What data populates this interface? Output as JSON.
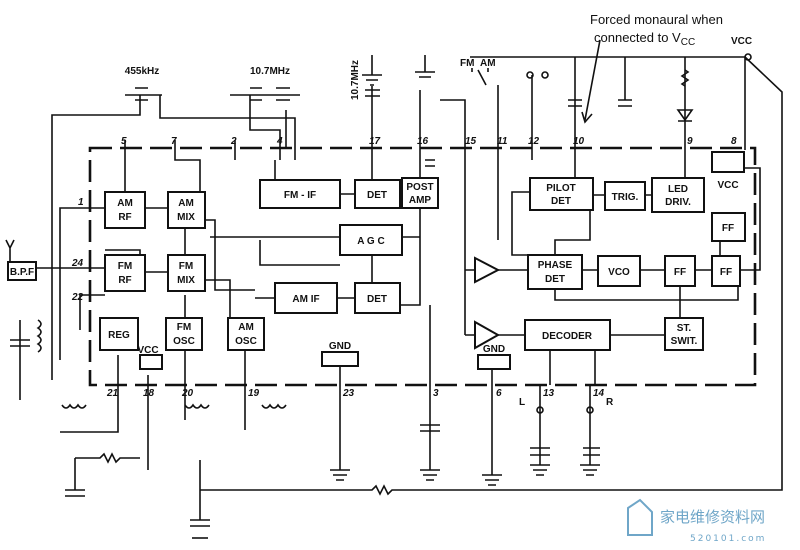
{
  "labels": {
    "freq_455": "455kHz",
    "freq_107": "10.7MHz",
    "freq_107_vert": "10.7MHz",
    "fm": "FM",
    "am": "AM",
    "vcc_top": "VCC",
    "vcc_block": "VCC",
    "vcc_pin18": "VCC",
    "gnd_23": "GND",
    "gnd_6": "GND",
    "bpf": "B.P.F",
    "out_l": "L",
    "out_r": "R"
  },
  "note": {
    "line1": "Forced monaural when",
    "line2_prefix": "connected to V",
    "line2_sub": "CC"
  },
  "blocks": {
    "am_rf": [
      "AM",
      "RF"
    ],
    "am_mix": [
      "AM",
      "MIX"
    ],
    "fm_rf": [
      "FM",
      "RF"
    ],
    "fm_mix": [
      "FM",
      "MIX"
    ],
    "reg": "REG",
    "fm_osc": [
      "FM",
      "OSC"
    ],
    "am_osc": [
      "AM",
      "OSC"
    ],
    "fm_if": "FM - IF",
    "det_fm": "DET",
    "post_amp": [
      "POST",
      "AMP"
    ],
    "agc": "A G C",
    "am_if": "AM  IF",
    "det_am": "DET",
    "pilot_det": [
      "PILOT",
      "DET"
    ],
    "trig": "TRIG.",
    "led_driv": [
      "LED",
      "DRIV."
    ],
    "ff_right": "FF",
    "phase_det": [
      "PHASE",
      "DET"
    ],
    "vco": "VCO",
    "ff_mid": "FF",
    "ff_last": "FF",
    "decoder": "DECODER",
    "st_swit": [
      "ST.",
      "SWIT."
    ]
  },
  "pins_top": [
    "5",
    "7",
    "2",
    "4",
    "17",
    "16",
    "15",
    "11",
    "12",
    "10",
    "9",
    "8"
  ],
  "pins_left": [
    "1",
    "24",
    "22"
  ],
  "pins_bottom": [
    "21",
    "18",
    "20",
    "19",
    "23",
    "3",
    "6",
    "13",
    "14"
  ],
  "watermark": {
    "cn": "家电维修资料网",
    "site": "520101.com"
  }
}
